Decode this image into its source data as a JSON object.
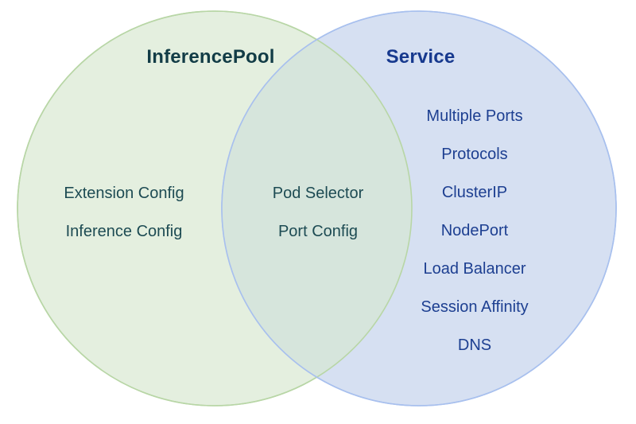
{
  "diagram": {
    "type": "venn",
    "title_left": "InferencePool",
    "title_right": "Service",
    "colors": {
      "left_fill": "#e4efdf",
      "left_stroke": "#b8d6a6",
      "right_fill": "#d6e0f2",
      "right_stroke": "#a8c0ee",
      "overlap_fill": "#d6e5dc",
      "left_text": "#1d4b53",
      "right_text": "#1d3f91",
      "left_title_text": "#123c46",
      "right_title_text": "#17398e",
      "background": "#ffffff"
    },
    "left": {
      "label": "InferencePool",
      "items": [
        "Extension Config",
        "Inference Config"
      ]
    },
    "intersection": {
      "items": [
        "Pod Selector",
        "Port Config"
      ]
    },
    "right": {
      "label": "Service",
      "items": [
        "Multiple Ports",
        "Protocols",
        "ClusterIP",
        "NodePort",
        "Load Balancer",
        "Session Affinity",
        "DNS"
      ]
    }
  }
}
